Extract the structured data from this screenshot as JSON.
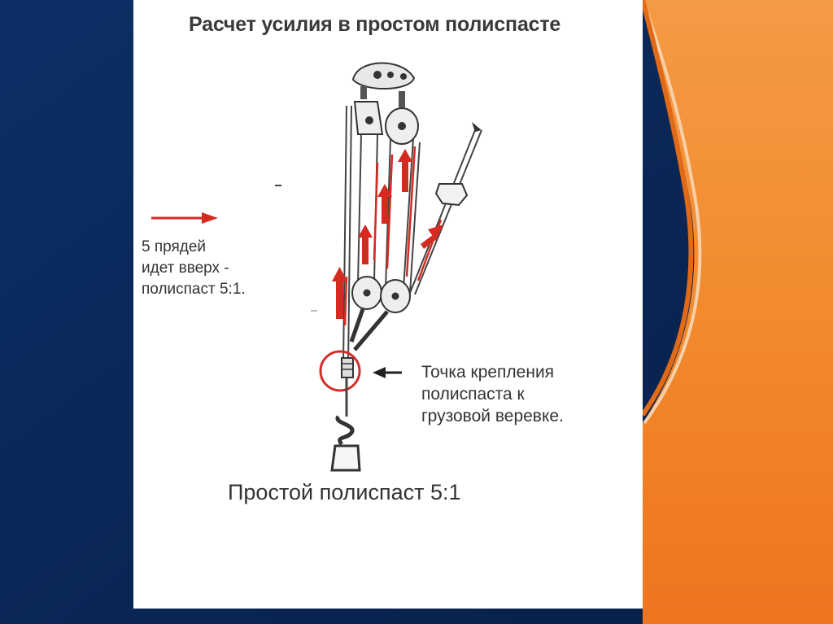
{
  "slide": {
    "title": "Расчет усилия в простом полиспасте",
    "side_label": [
      "5 прядей",
      "идет вверх -",
      "полиспаст 5:1."
    ],
    "attach_label": [
      "Точка крепления",
      "полиспаста к",
      "грузовой веревке."
    ],
    "caption": "Простой полиспаст 5:1",
    "colors": {
      "background_navy": "#0d2a5c",
      "accent_orange": "#f07a1e",
      "arrow_red": "#d42a20",
      "circle_red": "#d0302a"
    }
  }
}
